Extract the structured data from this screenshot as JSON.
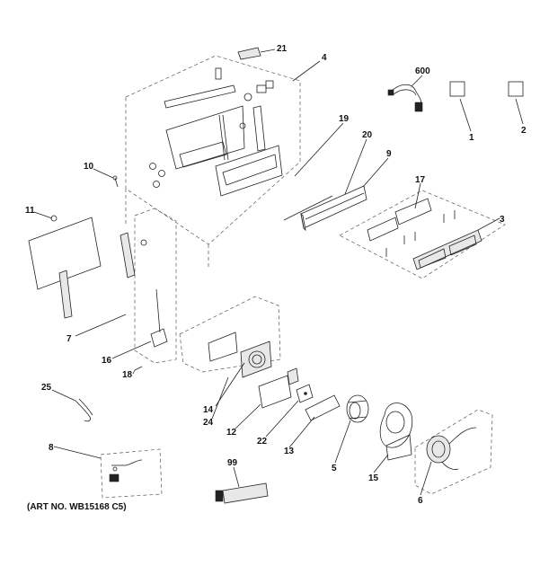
{
  "art_number": "(ART NO. WB15168 C5)",
  "callouts": [
    "21",
    "4",
    "600",
    "1",
    "2",
    "19",
    "20",
    "9",
    "10",
    "11",
    "17",
    "3",
    "7",
    "16",
    "18",
    "25",
    "14",
    "24",
    "12",
    "22",
    "13",
    "5",
    "15",
    "8",
    "99",
    "6"
  ]
}
